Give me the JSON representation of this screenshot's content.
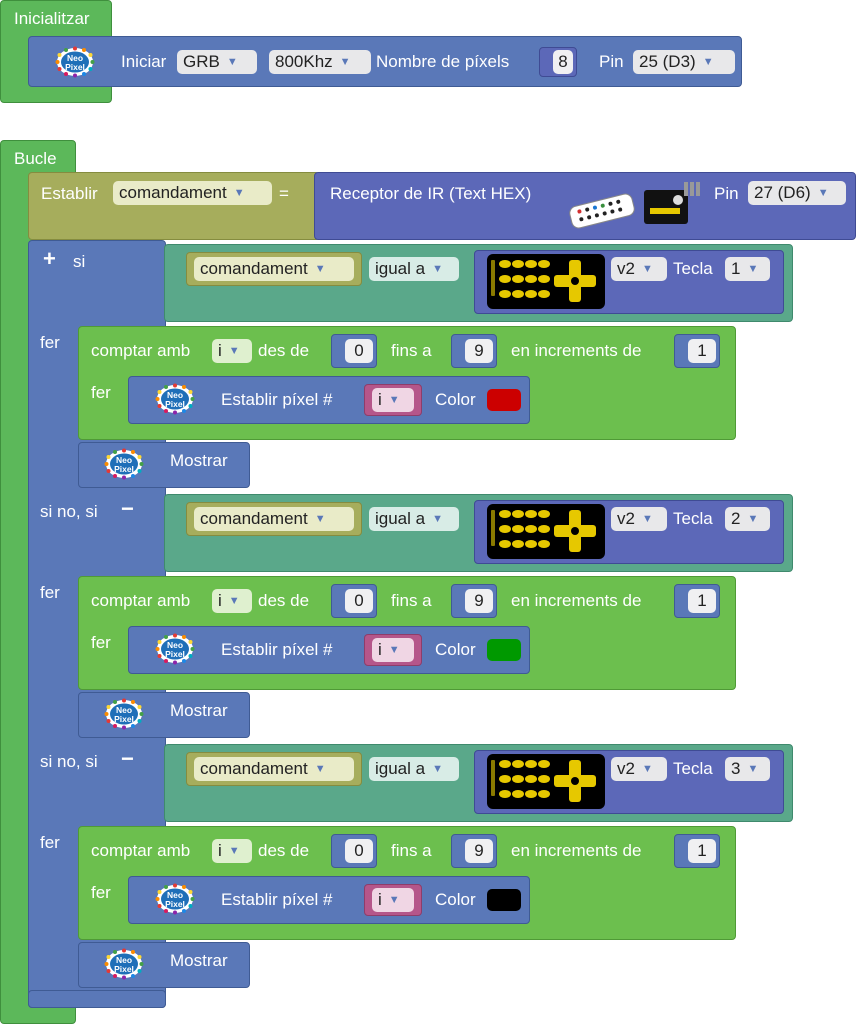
{
  "init": {
    "hat_label": "Inicialitzar",
    "iniciar_label": "Iniciar",
    "color_order": "GRB",
    "frequency": "800Khz",
    "pixel_count_label": "Nombre de píxels",
    "pixel_count": "8",
    "pin_label": "Pin",
    "pin_value": "25 (D3)"
  },
  "loop": {
    "hat_label": "Bucle",
    "set_label": "Establir",
    "variable": "comandament",
    "equals": "=",
    "ir_label": "Receptor de IR (Text HEX)",
    "pin_label": "Pin",
    "pin_value": "27 (D6)",
    "if_label": "si",
    "do_label": "fer",
    "else_if_label": "si no, si",
    "equals_op": "igual a",
    "key_label": "Tecla",
    "remote_version": "v2",
    "count_label": "comptar amb",
    "count_var": "i",
    "from_label": "des de",
    "to_label": "fins a",
    "step_label": "en increments de",
    "set_pixel_label": "Establir píxel #",
    "pixel_var": "i",
    "color_label": "Color",
    "show_label": "Mostrar",
    "neopixel_logo": "Neo Pixel"
  },
  "branches": [
    {
      "key": "1",
      "from": "0",
      "to": "9",
      "step": "1",
      "color": "#cc0000"
    },
    {
      "key": "2",
      "from": "0",
      "to": "9",
      "step": "1",
      "color": "#009900"
    },
    {
      "key": "3",
      "from": "0",
      "to": "9",
      "step": "1",
      "color": "#000000"
    }
  ],
  "icons": {
    "dropdown": "▼",
    "plus": "+",
    "minus": "−"
  }
}
